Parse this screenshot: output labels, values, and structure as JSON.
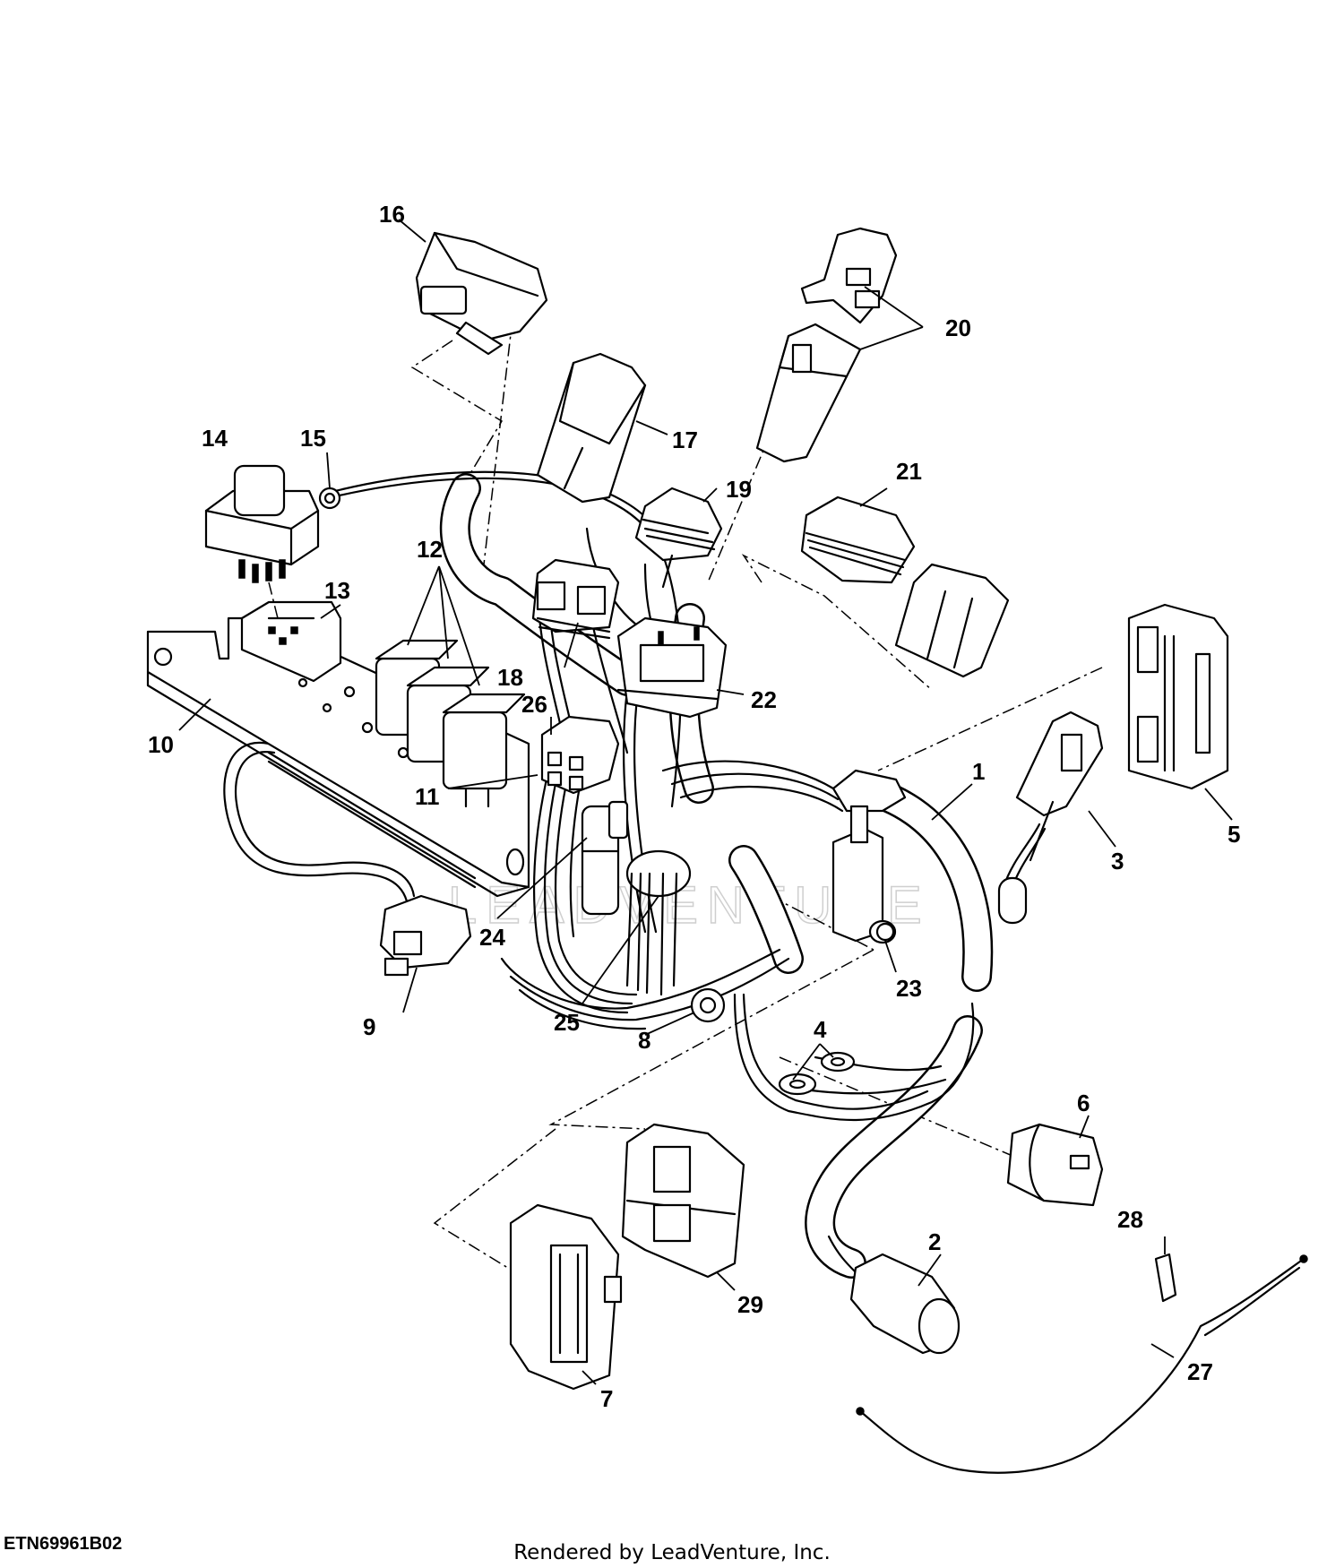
{
  "figure_id": "ETN69961B02",
  "render_credit": "Rendered by LeadVenture, Inc.",
  "watermark": "LEADVENTURE",
  "callouts": [
    "1",
    "2",
    "3",
    "4",
    "5",
    "6",
    "7",
    "8",
    "9",
    "10",
    "11",
    "12",
    "13",
    "14",
    "15",
    "16",
    "17",
    "18",
    "19",
    "20",
    "21",
    "22",
    "23",
    "24",
    "25",
    "26",
    "27",
    "28",
    "29"
  ]
}
